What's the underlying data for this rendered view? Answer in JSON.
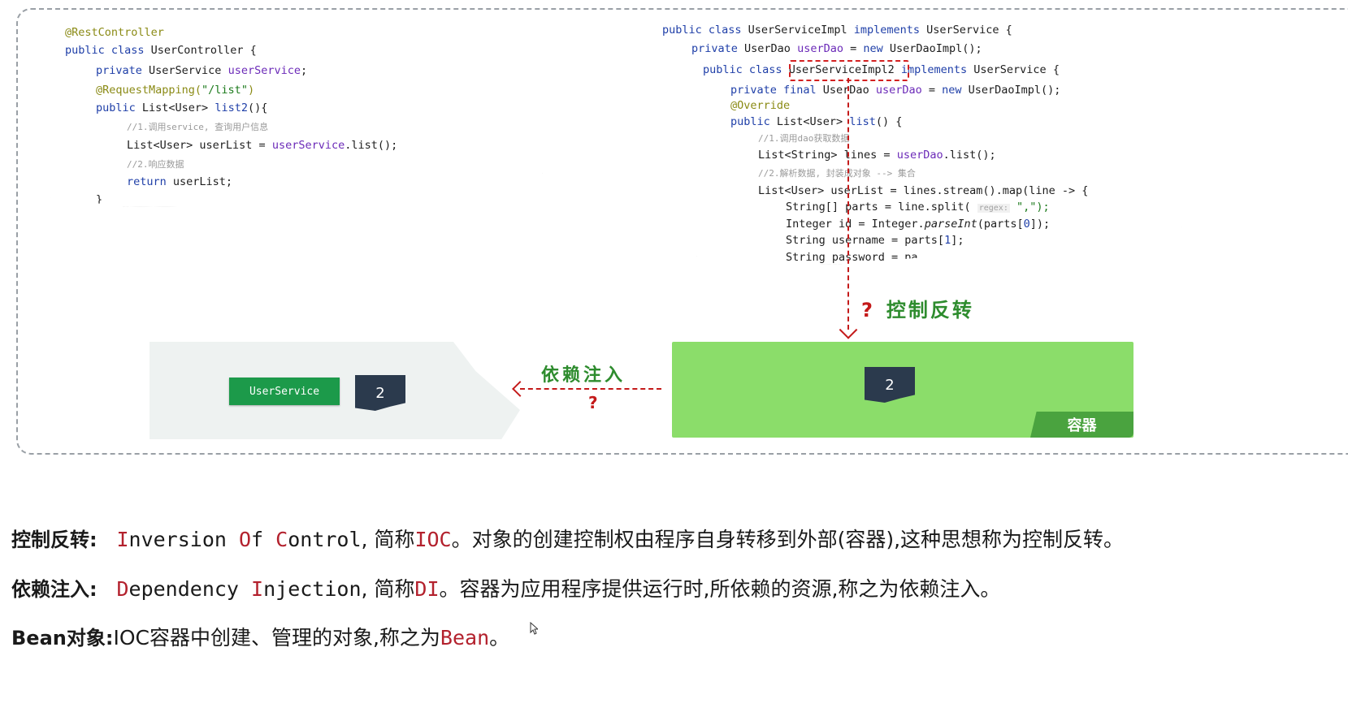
{
  "code_left": {
    "lines": [
      "@RestController",
      "public class UserController {",
      "private UserService userService;",
      "@RequestMapping(\"/list\")",
      "public List<User> list2(){",
      "//1.调用service, 查询用户信息",
      "List<User> userList = userService.list();",
      "//2.响应数据",
      "return userList;",
      "}"
    ]
  },
  "code_back": {
    "line1": "public class UserServiceImpl implements UserService {",
    "line2": "private UserDao userDao = new UserDaoImpl();"
  },
  "code_front": {
    "class_name": "UserServiceImpl2",
    "line1_pre": "public class",
    "line1_post": "implements UserService {",
    "line2": "private final UserDao userDao = new UserDaoImpl();",
    "line3": "@Override",
    "line4": "public List<User> list() {",
    "line5": "//1.调用dao获取数据",
    "line6": "List<String> lines = userDao.list();",
    "line7": "//2.解析数据, 封装成对象 --> 集合",
    "line8": "List<User> userList = lines.stream().map(line -> {",
    "line9_pre": "String[] parts = line.split(",
    "line9_hint": "regex:",
    "line9_post": "\",\");",
    "line10": "Integer id = Integer.parseInt(parts[0]);",
    "line11": "String username = parts[1];",
    "line12": "String password = pa"
  },
  "diagram": {
    "ioc_question": "?",
    "ioc_label": "控制反转",
    "di_label": "依赖注入",
    "di_question": "?",
    "user_service_tag": "UserService",
    "left_number": "2",
    "right_number": "2",
    "container_label": "容器"
  },
  "definitions": {
    "ioc": {
      "term": "控制反转:",
      "en_1_cap": "I",
      "en_1_rest": "nversion ",
      "en_2_cap": "O",
      "en_2_rest": "f ",
      "en_3_cap": "C",
      "en_3_rest": "ontrol",
      "sep": ", 简称",
      "abbr": "IOC",
      "desc": "。对象的创建控制权由程序自身转移到外部(容器),这种思想称为控制反转。"
    },
    "di": {
      "term": "依赖注入:",
      "en_1_cap": "D",
      "en_1_rest": "ependency ",
      "en_2_cap": "I",
      "en_2_rest": "njection",
      "sep": ", 简称",
      "abbr": "DI",
      "desc": "。容器为应用程序提供运行时,所依赖的资源,称之为依赖注入。"
    },
    "bean": {
      "term": "Bean对象:",
      "desc": "IOC容器中创建、管理的对象,称之为",
      "abbr": "Bean",
      "end": "。"
    }
  },
  "colors": {
    "green_tag": "#1c9a4a",
    "container": "#8bdd6a",
    "container_tab": "#4aa33f",
    "number_tag": "#2b3a4d",
    "arrow": "#c41a1a",
    "highlight_red": "#b3212d"
  }
}
